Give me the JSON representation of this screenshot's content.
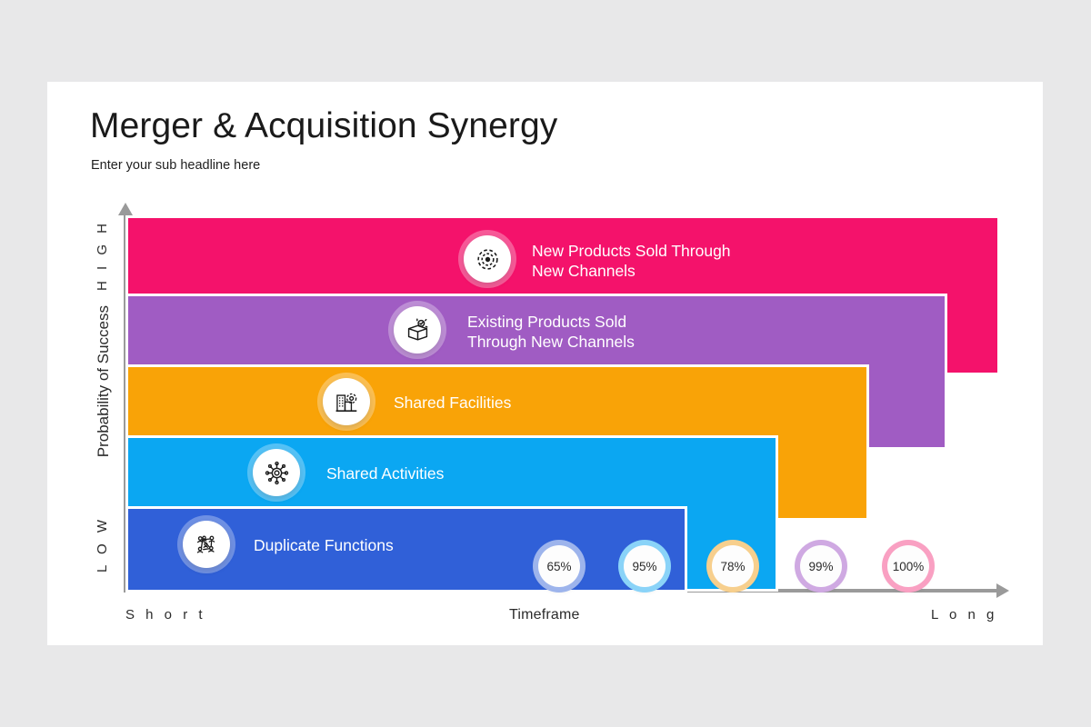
{
  "headline": "Merger & Acquisition Synergy",
  "subheadline": "Enter your sub headline here",
  "axes": {
    "y_label": "Probability of Success",
    "y_high": "H I G H",
    "y_low": "L O W",
    "x_label": "Timeframe",
    "x_start": "S h o r t",
    "x_end": "L o n g"
  },
  "chart_data": {
    "type": "bar",
    "title": "Merger & Acquisition Synergy",
    "subtitle": "Enter your sub headline here",
    "xlabel": "Timeframe",
    "ylabel": "Probability of Success",
    "orientation": "horizontal",
    "grid": false,
    "legend": "none",
    "y_axis_ticks": [
      "LOW",
      "HIGH"
    ],
    "x_axis_ticks": [
      "Short",
      "Long"
    ],
    "categories": [
      "New Products Sold Through New Channels",
      "Existing Products Sold Through New Channels",
      "Shared Facilities",
      "Shared Activities",
      "Duplicate Functions"
    ],
    "values": [
      100,
      99,
      78,
      95,
      65
    ],
    "value_labels": [
      "100%",
      "99%",
      "78%",
      "95%",
      "65%"
    ],
    "colors": [
      "#f4126b",
      "#a05cc3",
      "#f9a307",
      "#0ba7f2",
      "#3060d8"
    ]
  },
  "bars": [
    {
      "label": "New Products Sold Through\nNew Channels",
      "percent": "100%",
      "color": "#f4126b",
      "badge_ring": "#f9a0c2",
      "icon": "target-icon"
    },
    {
      "label": "Existing Products Sold\nThrough New Channels",
      "percent": "99%",
      "color": "#a05cc3",
      "badge_ring": "#cfa9e2",
      "icon": "package-check-icon"
    },
    {
      "label": "Shared Facilities",
      "percent": "78%",
      "color": "#f9a307",
      "badge_ring": "#f7cf8d",
      "icon": "factory-icon"
    },
    {
      "label": "Shared Activities",
      "percent": "95%",
      "color": "#0ba7f2",
      "badge_ring": "#8ad3f8",
      "icon": "gear-network-icon"
    },
    {
      "label": "Duplicate Functions",
      "percent": "65%",
      "color": "#3060d8",
      "badge_ring": "#9db4ec",
      "icon": "people-network-icon"
    }
  ]
}
